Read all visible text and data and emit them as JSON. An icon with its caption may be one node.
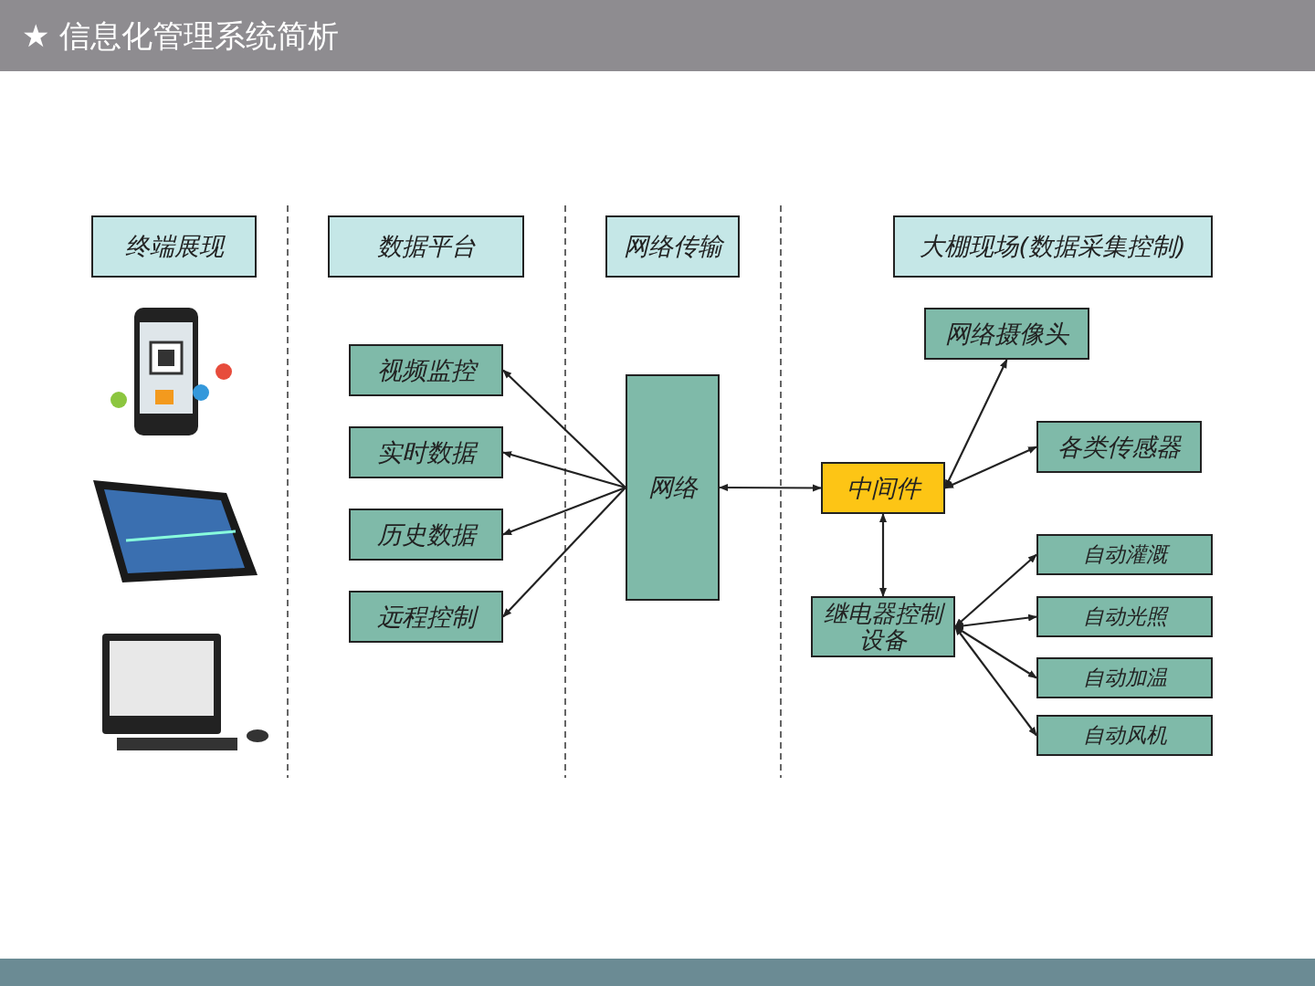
{
  "diagram": {
    "title": "★ 信息化管理系统简析",
    "nodes": [
      {
        "text": [
          "终端展现"
        ]
      },
      {
        "text": [
          "数据平台"
        ]
      },
      {
        "text": [
          "网络传输"
        ]
      },
      {
        "text": [
          "大棚现场(数据采集控制)"
        ]
      },
      {
        "text": [
          "视频监控"
        ]
      },
      {
        "text": [
          "实时数据"
        ]
      },
      {
        "text": [
          "历史数据"
        ]
      },
      {
        "text": [
          "远程控制"
        ]
      },
      {
        "text": [
          "网络"
        ]
      },
      {
        "text": [
          "网络摄像头"
        ]
      },
      {
        "text": [
          "各类传感器"
        ]
      },
      {
        "text": [
          "中间件"
        ]
      },
      {
        "text": [
          "继电器控制设备"
        ]
      },
      {
        "text": [
          "自动灌溉"
        ]
      },
      {
        "text": [
          "自动光照"
        ]
      },
      {
        "text": [
          "自动加温"
        ]
      },
      {
        "text": [
          "自动风机"
        ]
      }
    ],
    "edges": [
      {
        "from": 8,
        "to": 4,
        "arrow": "to"
      },
      {
        "from": 8,
        "to": 5,
        "arrow": "to"
      },
      {
        "from": 8,
        "to": 6,
        "arrow": "to"
      },
      {
        "from": 8,
        "to": 7,
        "arrow": "to"
      },
      {
        "from": 8,
        "to": 11,
        "arrow": "both"
      },
      {
        "from": 11,
        "to": 9,
        "arrow": "both"
      },
      {
        "from": 11,
        "to": 10,
        "arrow": "both"
      },
      {
        "from": 11,
        "to": 12,
        "arrow": "both"
      },
      {
        "from": 12,
        "to": 13,
        "arrow": "both"
      },
      {
        "from": 12,
        "to": 14,
        "arrow": "both"
      },
      {
        "from": 12,
        "to": 15,
        "arrow": "both"
      },
      {
        "from": 12,
        "to": 16,
        "arrow": "both"
      }
    ]
  }
}
